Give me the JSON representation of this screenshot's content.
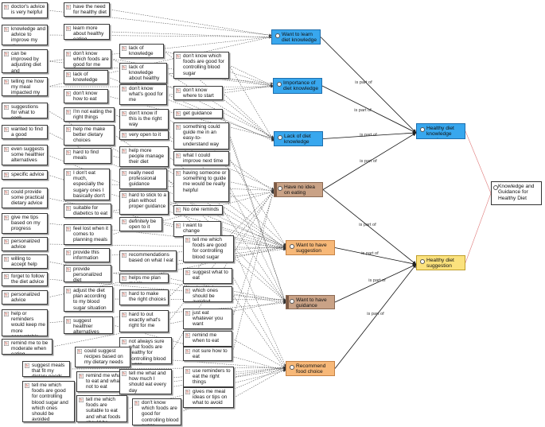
{
  "colors": {
    "want_to_learn": "#38a7ee",
    "no_idea": "#c9a286",
    "want_suggestion": "#f7b878",
    "suggestion_need": "#fbe27d",
    "knowledge_need": "#38a7ee",
    "summary_link": "#e07b7b"
  },
  "icon": "quote-document-icon",
  "edge_label": "is part of",
  "categories": [
    {
      "id": "C_learn",
      "text": "Want to learn diet knowledge",
      "style": "blue"
    },
    {
      "id": "C_importance",
      "text": "Importance of diet knowledge",
      "style": "blue"
    },
    {
      "id": "C_lack",
      "text": "Lack of diet knowledge",
      "style": "blue"
    },
    {
      "id": "C_noidea",
      "text": "Have no idea on eating",
      "style": "tan"
    },
    {
      "id": "C_suggestion",
      "text": "Want to have suggestion",
      "style": "orange"
    },
    {
      "id": "C_guidance",
      "text": "Want to have guidance",
      "style": "tan"
    },
    {
      "id": "C_recommend",
      "text": "Recommend food choice",
      "style": "orange"
    },
    {
      "id": "C_kneed",
      "text": "Healthy diet knowledge need",
      "style": "blue"
    },
    {
      "id": "C_sneed",
      "text": "Healthy diet suggestion need",
      "style": "yellow"
    },
    {
      "id": "C_root",
      "text": "Knowledge and Guidance for Healthy Diet",
      "style": "white"
    }
  ],
  "quotes": [
    {
      "id": "q1",
      "text": "doctor's advice is very helpful"
    },
    {
      "id": "q2",
      "text": "have the need for healthy diet"
    },
    {
      "id": "q3",
      "text": "knowledge and advice to improve my diet."
    },
    {
      "id": "q4",
      "text": "learn more about healthy eating"
    },
    {
      "id": "q5",
      "text": "can be improved by adjusting diet and medication"
    },
    {
      "id": "q6",
      "text": "don't know which foods are good for me"
    },
    {
      "id": "q7",
      "text": "lack of knowledge"
    },
    {
      "id": "q8",
      "text": "don't know which foods are good for controlling blood sugar"
    },
    {
      "id": "q9",
      "text": "telling me how my meal impacted my blood sugar"
    },
    {
      "id": "q10",
      "text": "lack of knowledge"
    },
    {
      "id": "q11",
      "text": "lack of knowledge about healthy eating"
    },
    {
      "id": "q12",
      "text": "don't know how to eat"
    },
    {
      "id": "q13",
      "text": "don't know what's good for me"
    },
    {
      "id": "q14",
      "text": "don't know where to start"
    },
    {
      "id": "q15",
      "text": "suggestions for what to cook"
    },
    {
      "id": "q16",
      "text": "I'm not eating the right things"
    },
    {
      "id": "q17",
      "text": "don't know if this is the right way"
    },
    {
      "id": "q18",
      "text": "get guidance"
    },
    {
      "id": "q19",
      "text": "wanted to find a good solution"
    },
    {
      "id": "q20",
      "text": "help me make better dietary choices"
    },
    {
      "id": "q21",
      "text": "very open to it"
    },
    {
      "id": "q22",
      "text": "something could guide me in an easy-to-understand way"
    },
    {
      "id": "q23",
      "text": "even suggests some healthier alternatives"
    },
    {
      "id": "q24",
      "text": "hard to find meals"
    },
    {
      "id": "q25",
      "text": "help more people manage their diet"
    },
    {
      "id": "q26",
      "text": "what I could improve next time"
    },
    {
      "id": "q27",
      "text": "specific advice"
    },
    {
      "id": "q28",
      "text": "I don't eat much, especially the sugary ones I basically don't touch"
    },
    {
      "id": "q29",
      "text": "really need professional guidance"
    },
    {
      "id": "q30",
      "text": "having someone or something to guide me would be really helpful"
    },
    {
      "id": "q31",
      "text": "could provide some practical dietary advice"
    },
    {
      "id": "q32",
      "text": "hard to stick to a plan without proper guidance"
    },
    {
      "id": "q33",
      "text": "suitable for diabetics to eat"
    },
    {
      "id": "q34",
      "text": "No one reminds"
    },
    {
      "id": "q35",
      "text": "give me tips based on my progress"
    },
    {
      "id": "q36",
      "text": "definitely be open to it"
    },
    {
      "id": "q37",
      "text": "feel lost when it comes to planning meals"
    },
    {
      "id": "q38",
      "text": "I want to change"
    },
    {
      "id": "q39",
      "text": "personalized advice"
    },
    {
      "id": "q40",
      "text": "tell me which foods are good for controlling blood sugar"
    },
    {
      "id": "q41",
      "text": "willing to accept help"
    },
    {
      "id": "q42",
      "text": "provide this information"
    },
    {
      "id": "q43",
      "text": "recommendations based on what I eat"
    },
    {
      "id": "q44",
      "text": "forget to follow the diet advice"
    },
    {
      "id": "q45",
      "text": "provide personalized diet suggestions"
    },
    {
      "id": "q46",
      "text": "helps me plan meals"
    },
    {
      "id": "q47",
      "text": "suggest what to eat"
    },
    {
      "id": "q48",
      "text": "personalized advice"
    },
    {
      "id": "q49",
      "text": "adjust the diet plan according to my blood sugar situation"
    },
    {
      "id": "q50",
      "text": "hard to make the right choices"
    },
    {
      "id": "q51",
      "text": "which ones should be avoided"
    },
    {
      "id": "q52",
      "text": "help or reminders would keep me more accountable"
    },
    {
      "id": "q53",
      "text": "suggest healthier alternatives"
    },
    {
      "id": "q54",
      "text": "hard to out exactly what's right for me"
    },
    {
      "id": "q55",
      "text": "just eat whatever you want"
    },
    {
      "id": "q56",
      "text": "remind me to be moderate when eating"
    },
    {
      "id": "q57",
      "text": "remind me when to eat"
    },
    {
      "id": "q58",
      "text": "not always sure what foods are healthy for controlling blood sugar"
    },
    {
      "id": "q59",
      "text": "could suggest recipes based on my dietary needs"
    },
    {
      "id": "q60",
      "text": "not sure how to eat"
    },
    {
      "id": "q61",
      "text": "suggest meals that fit my dietary needs"
    },
    {
      "id": "q62",
      "text": "remind me what to eat and what not to eat"
    },
    {
      "id": "q63",
      "text": "tell me what and how much I should eat every day"
    },
    {
      "id": "q64",
      "text": "use reminders to eat the right things"
    },
    {
      "id": "q65",
      "text": "tell me which foods are good for controlling blood sugar and which ones should be avoided"
    },
    {
      "id": "q66",
      "text": "tell me which foods are suitable to eat and what foods should be avoided"
    },
    {
      "id": "q67",
      "text": "don't know which foods are good for controlling blood sugar"
    },
    {
      "id": "q68",
      "text": "gives me meal ideas or tips on what to avoid"
    }
  ]
}
